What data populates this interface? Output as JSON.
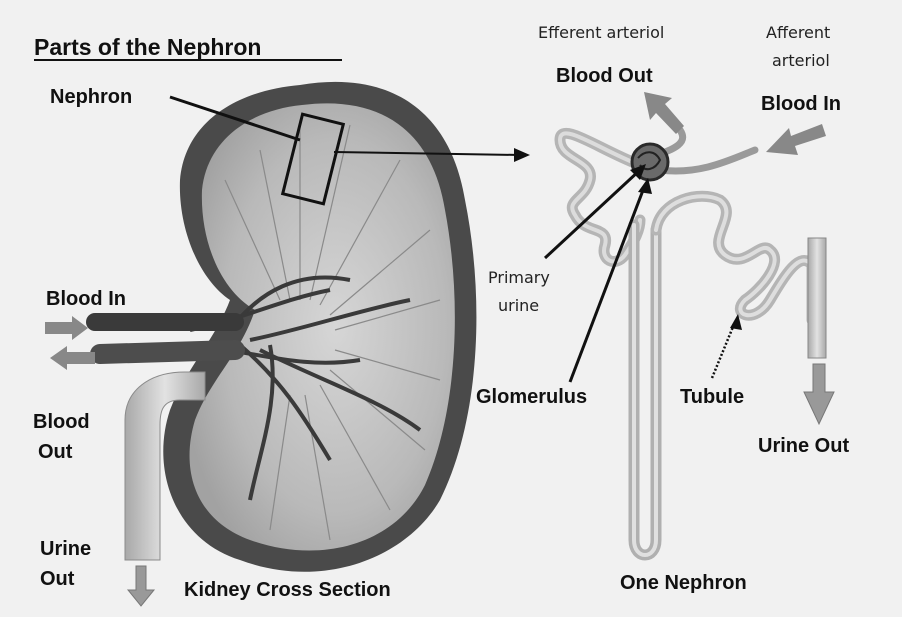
{
  "title": "Parts of the Nephron",
  "labels": {
    "nephron": "Nephron",
    "blood_in_left": "Blood In",
    "blood_out_left_1": "Blood",
    "blood_out_left_2": "Out",
    "urine_out_left_1": "Urine",
    "urine_out_left_2": "Out",
    "kidney_cross_section": "Kidney Cross Section",
    "efferent": "Efferent arteriol",
    "afferent_1": "Afferent",
    "afferent_2": "arteriol",
    "blood_out_right": "Blood Out",
    "blood_in_right": "Blood In",
    "primary_urine_1": "Primary",
    "primary_urine_2": "urine",
    "glomerulus": "Glomerulus",
    "tubule": "Tubule",
    "urine_out_right": "Urine Out",
    "one_nephron": "One Nephron"
  },
  "colors": {
    "background": "#f1f1f1",
    "kidney_outer": "#4a4a4a",
    "kidney_inner": "#bdbdbd",
    "vessel": "#3a3a3a",
    "tubule": "#c4c4c4",
    "arrow": "#888888"
  }
}
